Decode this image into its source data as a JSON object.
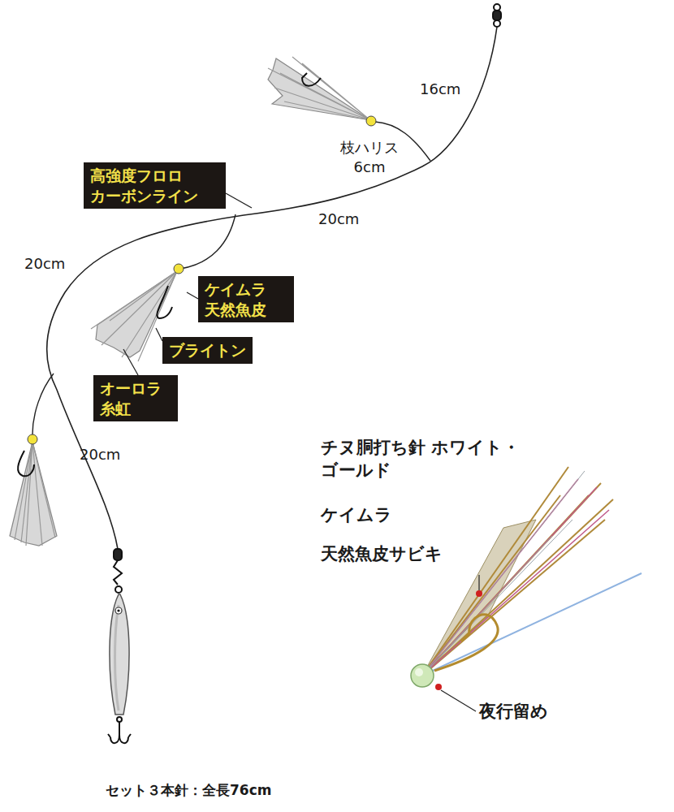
{
  "diagram": {
    "nodes": [
      {
        "text": [
          "高強度フロロ カーボンライン"
        ]
      },
      {
        "text": [
          "ケイムラ 天然魚皮"
        ]
      },
      {
        "text": [
          "ブライトン"
        ]
      },
      {
        "text": [
          "オーロラ 糸虹"
        ]
      }
    ],
    "labels": [
      "16cm",
      "枝ハリス 6cm",
      "20cm",
      "20cm",
      "20cm",
      "チヌ胴打ち針 ホワイト・ゴールド",
      "ケイムラ",
      "天然魚皮サビキ",
      "夜行留め",
      "セット３本針：全長76cm"
    ]
  }
}
